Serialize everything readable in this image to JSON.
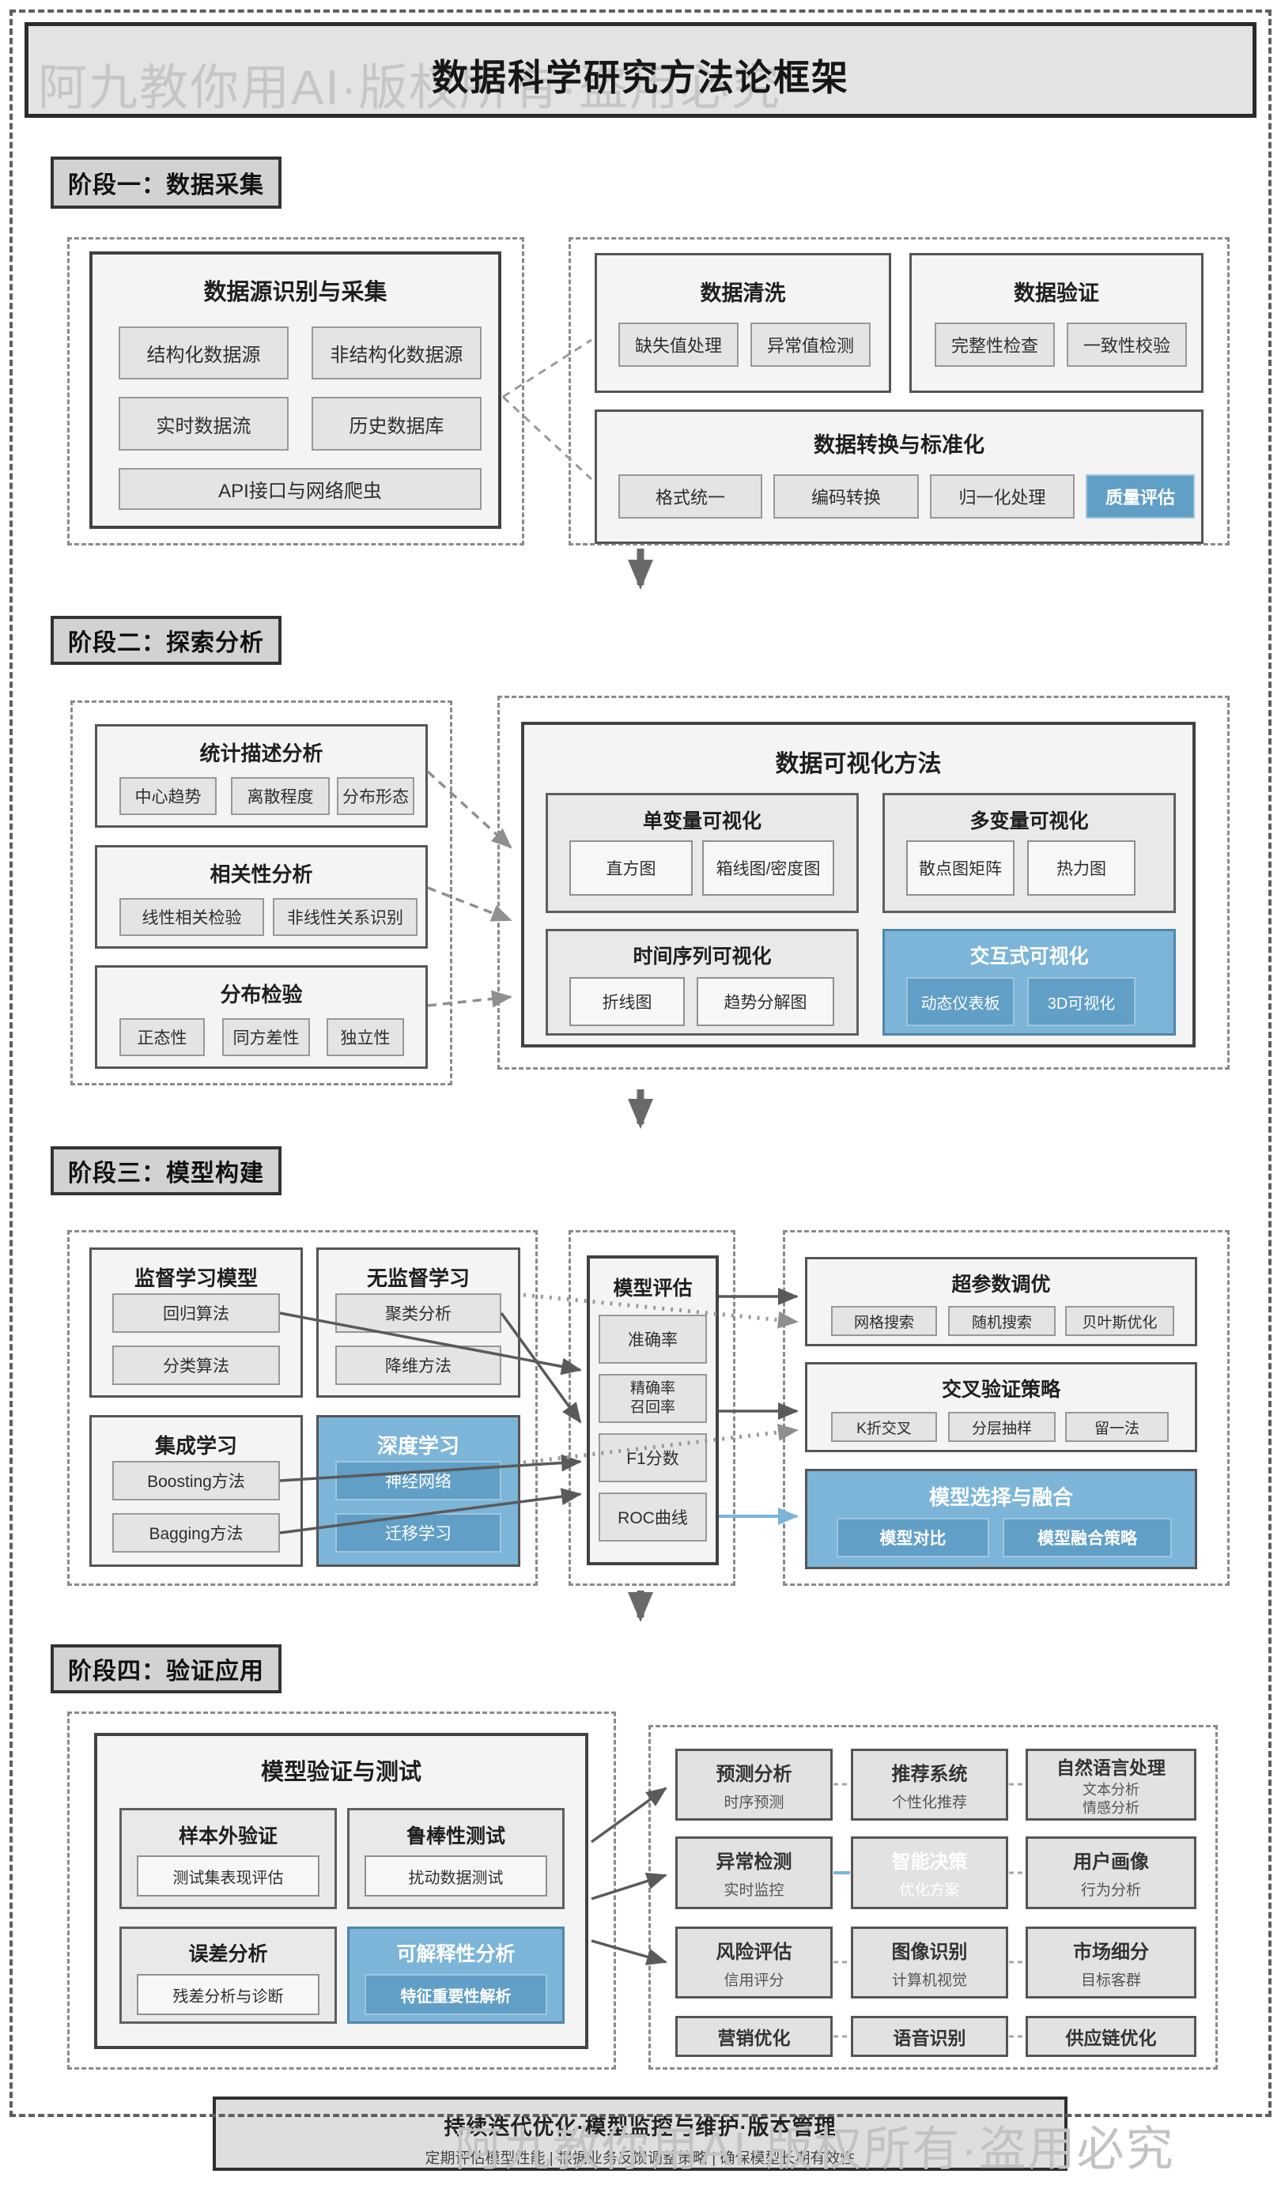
{
  "title": "数据科学研究方法论框架",
  "watermark": {
    "top": "阿九教你用AI·版权所有·盗用必究",
    "bottom": "阿九教你用AI·版权所有·盗用必究"
  },
  "colors": {
    "accent_blue": "#7cb5d8",
    "accent_blue_dark": "#619fc7",
    "arrow_gray": "#5a5a5a",
    "box_gray": "#e4e4e4"
  },
  "stage1": {
    "label": "阶段一：数据采集",
    "collect": {
      "title": "数据源识别与采集",
      "items": [
        "结构化数据源",
        "非结构化数据源",
        "实时数据流",
        "历史数据库",
        "API接口与网络爬虫"
      ]
    },
    "clean": {
      "title": "数据清洗",
      "items": [
        "缺失值处理",
        "异常值检测"
      ]
    },
    "validate": {
      "title": "数据验证",
      "items": [
        "完整性检查",
        "一致性校验"
      ]
    },
    "transform": {
      "title": "数据转换与标准化",
      "items": [
        "格式统一",
        "编码转换",
        "归一化处理",
        "质量评估"
      ]
    }
  },
  "stage2": {
    "label": "阶段二：探索分析",
    "stats": {
      "title": "统计描述分析",
      "items": [
        "中心趋势",
        "离散程度",
        "分布形态"
      ]
    },
    "corr": {
      "title": "相关性分析",
      "items": [
        "线性相关检验",
        "非线性关系识别"
      ]
    },
    "dist": {
      "title": "分布检验",
      "items": [
        "正态性",
        "同方差性",
        "独立性"
      ]
    },
    "viz": {
      "title": "数据可视化方法",
      "uni": {
        "title": "单变量可视化",
        "items": [
          "直方图",
          "箱线图/密度图"
        ]
      },
      "multi": {
        "title": "多变量可视化",
        "items": [
          "散点图矩阵",
          "热力图"
        ]
      },
      "ts": {
        "title": "时间序列可视化",
        "items": [
          "折线图",
          "趋势分解图"
        ]
      },
      "inter": {
        "title": "交互式可视化",
        "items": [
          "动态仪表板",
          "3D可视化"
        ]
      }
    }
  },
  "stage3": {
    "label": "阶段三：模型构建",
    "supervised": {
      "title": "监督学习模型",
      "items": [
        "回归算法",
        "分类算法"
      ]
    },
    "unsupervised": {
      "title": "无监督学习",
      "items": [
        "聚类分析",
        "降维方法"
      ]
    },
    "ensemble": {
      "title": "集成学习",
      "items": [
        "Boosting方法",
        "Bagging方法"
      ]
    },
    "deep": {
      "title": "深度学习",
      "items": [
        "神经网络",
        "迁移学习"
      ]
    },
    "evaluation": {
      "title": "模型评估",
      "items": [
        "准确率",
        "精确率\n召回率",
        "F1分数",
        "ROC曲线"
      ]
    },
    "hyper": {
      "title": "超参数调优",
      "items": [
        "网格搜索",
        "随机搜索",
        "贝叶斯优化"
      ]
    },
    "cv": {
      "title": "交叉验证策略",
      "items": [
        "K折交叉",
        "分层抽样",
        "留一法"
      ]
    },
    "select": {
      "title": "模型选择与融合",
      "items": [
        "模型对比",
        "模型融合策略"
      ]
    }
  },
  "stage4": {
    "label": "阶段四：验证应用",
    "vt": {
      "title": "模型验证与测试",
      "oos": {
        "title": "样本外验证",
        "item": "测试集表现评估"
      },
      "robust": {
        "title": "鲁棒性测试",
        "item": "扰动数据测试"
      },
      "error": {
        "title": "误差分析",
        "item": "残差分析与诊断"
      },
      "interp": {
        "title": "可解释性分析",
        "item": "特征重要性解析"
      }
    },
    "apps": [
      {
        "title": "预测分析",
        "sub": "时序预测"
      },
      {
        "title": "推荐系统",
        "sub": "个性化推荐"
      },
      {
        "title": "自然语言处理",
        "sub": "文本分析\n情感分析"
      },
      {
        "title": "异常检测",
        "sub": "实时监控"
      },
      {
        "title": "智能决策",
        "sub": "优化方案"
      },
      {
        "title": "用户画像",
        "sub": "行为分析"
      },
      {
        "title": "风险评估",
        "sub": "信用评分"
      },
      {
        "title": "图像识别",
        "sub": "计算机视觉"
      },
      {
        "title": "市场细分",
        "sub": "目标客群"
      },
      {
        "title": "营销优化"
      },
      {
        "title": "语音识别"
      },
      {
        "title": "供应链优化"
      }
    ]
  },
  "footer": {
    "line1": "持续迭代优化·模型监控与维护·版本管理",
    "line2": "定期评估模型性能 | 根据业务反馈调整策略 | 确保模型长期有效性"
  }
}
